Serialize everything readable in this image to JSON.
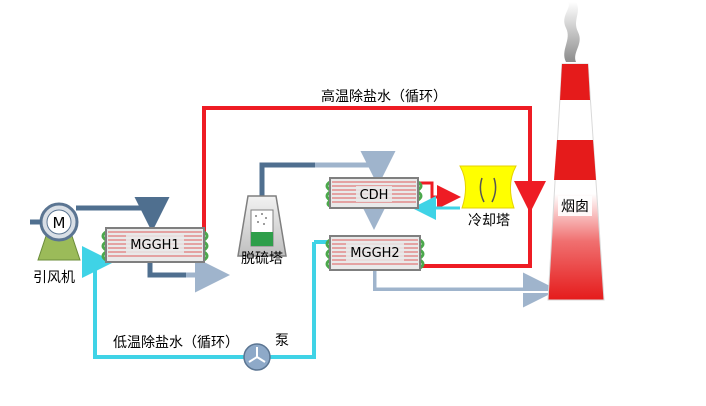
{
  "labels": {
    "hot_loop": "高温除盐水（循环）",
    "cold_loop": "低温除盐水（循环）",
    "fan": "引风机",
    "motor": "M",
    "mggh1": "MGGH1",
    "desulfurization": "脱硫塔",
    "cdh": "CDH",
    "mggh2": "MGGH2",
    "cooling_tower": "冷却塔",
    "chimney": "烟囱",
    "pump": "泵"
  },
  "colors": {
    "hot_water": "#ee1c24",
    "cold_water": "#3fd3e6",
    "flue_gas_dark": "#4f6f8f",
    "flue_gas_light": "#9fb4cc",
    "cooling_tower": "#ffff00",
    "chimney_red": "#e51b1b"
  }
}
